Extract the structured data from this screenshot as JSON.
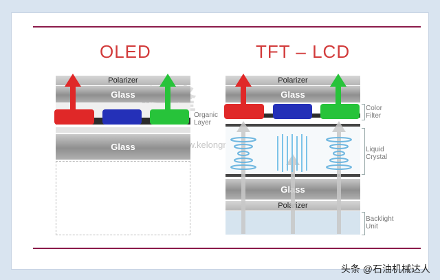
{
  "oled": {
    "title": "OLED",
    "polarizer": "Polarizer",
    "glass_top": "Glass",
    "glass_bottom": "Glass",
    "side_label_line1": "Organic",
    "side_label_line2": "Layer"
  },
  "lcd": {
    "title": "TFT – LCD",
    "polarizer_top": "Polarizer",
    "glass_top": "Glass",
    "glass_bottom": "Glass",
    "polarizer_bottom": "Polarizer",
    "color_filter_line1": "Color",
    "color_filter_line2": "Filter",
    "liquid_line1": "Liquid",
    "liquid_line2": "Crystal",
    "backlight_line1": "Backlight",
    "backlight_line2": "Unit"
  },
  "watermark": "www.kelongmai.com",
  "footer": "头条 @石油机械达人",
  "colors": {
    "red": "#e02828",
    "blue": "#2430b8",
    "green": "#27c33a",
    "accent": "#8b1a4a"
  }
}
